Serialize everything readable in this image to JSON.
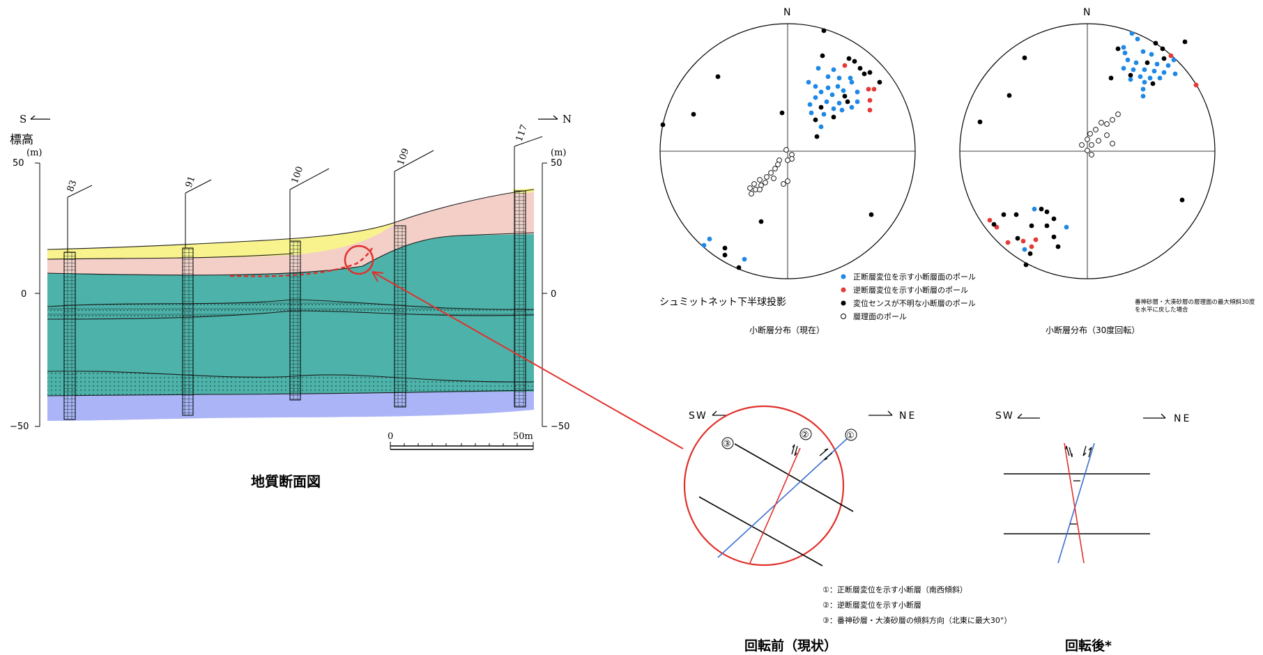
{
  "section": {
    "dir_s": "S",
    "dir_n": "N",
    "elev_label": "標高",
    "unit_left": "(m)",
    "unit_right": "(m)",
    "left_ticks": [
      "50",
      "0",
      "−50"
    ],
    "right_ticks": [
      "50",
      "0",
      "−50"
    ],
    "boreholes": [
      "83",
      "91",
      "100",
      "109",
      "117"
    ],
    "scale_start": "0",
    "scale_end": "50m",
    "caption": "地質断面図"
  },
  "stereonet": {
    "north": "N",
    "legend": [
      {
        "text": "正断層変位を示す小断層面のポール",
        "color": "#1e88e5"
      },
      {
        "text": "逆断層変位を示す小断層のポール",
        "color": "#e53935"
      },
      {
        "text": "変位センスが不明な小断層のポール",
        "color": "#000000"
      },
      {
        "text": "層理面のポール",
        "color": "#ffffff"
      }
    ],
    "projection_label": "シュミットネット下半球投影",
    "title_current": "小断層分布（現在）",
    "title_rotated": "小断層分布（30度回転）",
    "rotated_note_1": "番神砂層・大湊砂層の層理面の最大傾斜30度",
    "rotated_note_2": "を水平に戻した場合"
  },
  "fault": {
    "sw": "SW",
    "ne": "NE",
    "mark1": "①",
    "mark2": "②",
    "mark3": "③",
    "notes": [
      "①：正断層変位を示す小断層（南西傾斜）",
      "②：逆断層変位を示す小断層",
      "③：番神砂層・大湊砂層の傾斜方向（北東に最大30°）"
    ],
    "title_before": "回転前（現状）",
    "title_after": "回転後*"
  }
}
